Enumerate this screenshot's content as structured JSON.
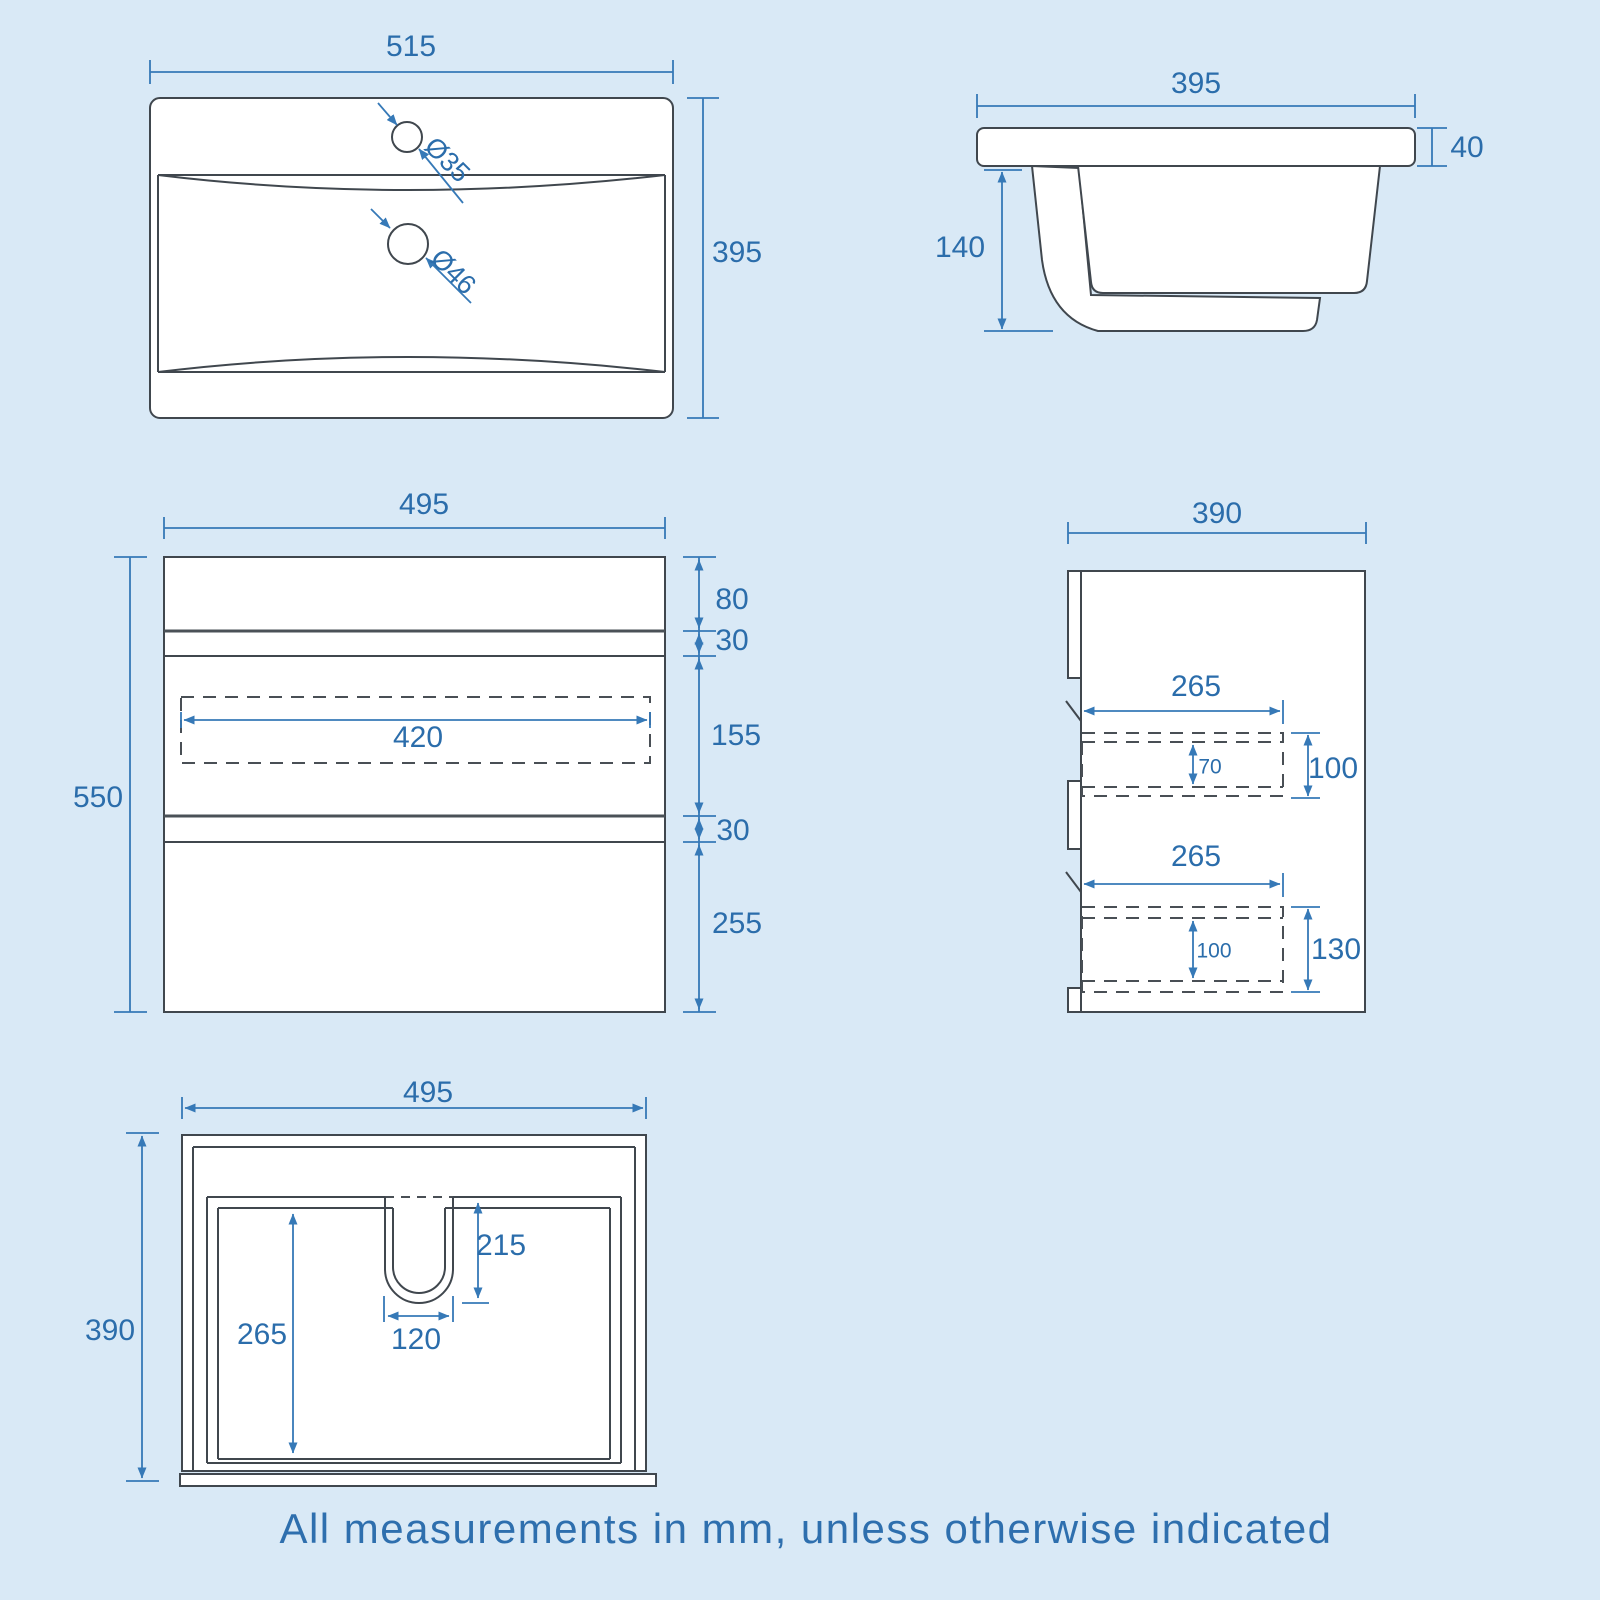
{
  "note": "All measurements in mm, unless otherwise indicated",
  "basin_top": {
    "width_label": "515",
    "height_label": "395",
    "tap_hole_label": "Ø35",
    "waste_hole_label": "Ø46"
  },
  "basin_side": {
    "width_label": "395",
    "rim_thickness_label": "40",
    "bowl_depth_label": "140"
  },
  "cabinet_front": {
    "width_label": "495",
    "height_label": "550",
    "top_section_label": "80",
    "upper_gap_label": "30",
    "drawer1_front_label": "155",
    "lower_gap_label": "30",
    "drawer2_front_label": "255",
    "handle_recess_label": "420"
  },
  "cabinet_side": {
    "depth_label": "390",
    "drawer1_depth_label": "265",
    "drawer1_height_label": "100",
    "drawer1_inner_label": "70",
    "drawer2_depth_label": "265",
    "drawer2_height_label": "130",
    "drawer2_inner_label": "100"
  },
  "cabinet_plan": {
    "width_label": "495",
    "depth_label": "390",
    "drawer_inner_depth_label": "265",
    "recess_depth_label": "215",
    "recess_width_label": "120"
  },
  "colors": {
    "background": "#d9e9f6",
    "line_dark": "#40474e",
    "dimension_blue": "#3679b7",
    "label_blue": "#2b6dab"
  }
}
